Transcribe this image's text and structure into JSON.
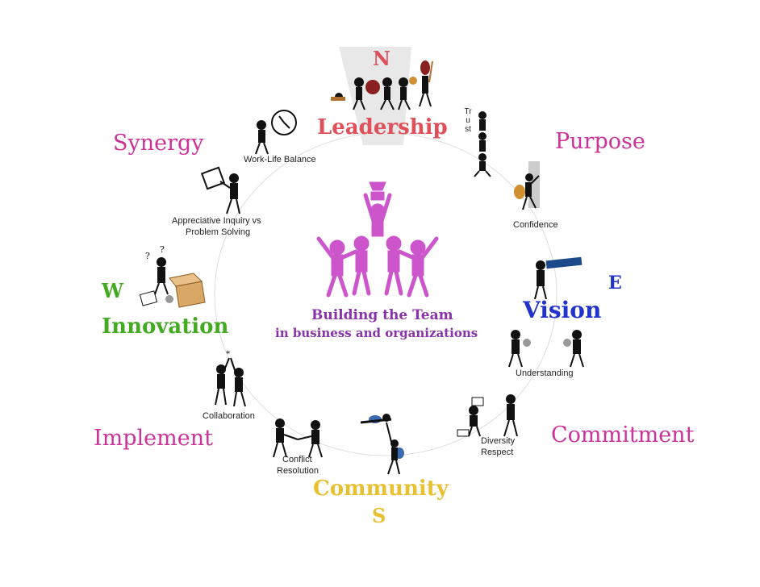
{
  "compass": {
    "north": "N",
    "east": "E",
    "south": "S",
    "west": "W"
  },
  "values": {
    "leadership": "Leadership",
    "purpose": "Purpose",
    "synergy": "Synergy",
    "vision": "Vision",
    "innovation": "Innovation",
    "commitment": "Commitment",
    "implement": "Implement",
    "community": "Community"
  },
  "steps": {
    "work_life": "Work-Life Balance",
    "trust": "Trust",
    "confidence": "Confidence",
    "appreciative_1": "Appreciative Inquiry vs",
    "appreciative_2": "Problem Solving",
    "understanding": "Understanding",
    "collaboration": "Collaboration",
    "diversity_1": "Diversity",
    "diversity_2": "Respect",
    "conflict_1": "Conflict",
    "conflict_2": "Resolution"
  },
  "center": {
    "line1": "Building the Team",
    "line2": "in business and organizations"
  },
  "colors": {
    "leadership": "#e0505a",
    "magenta": "#cc3399",
    "blue": "#2233cc",
    "green": "#44aa22",
    "gold": "#e8c030",
    "purple": "#8833aa",
    "figure_pink": "#cc55cc"
  }
}
